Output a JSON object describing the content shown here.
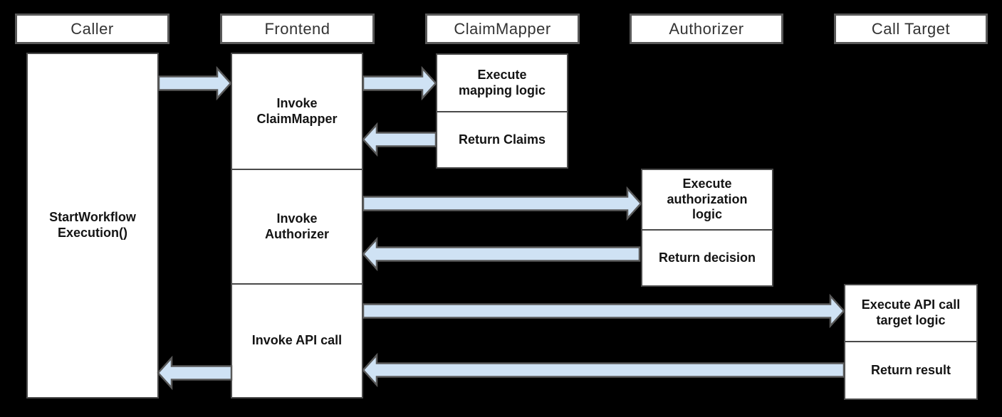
{
  "diagram": {
    "kind": "sequence-diagram",
    "description": "Workflow call authorization flow across Caller, Frontend, ClaimMapper, Authorizer and Call Target"
  },
  "colors": {
    "background": "#000000",
    "box_fill": "#ffffff",
    "box_border": "#4a4a4a",
    "header_border": "#595959",
    "arrow_fill": "#cfe2f4",
    "arrow_border": "#595959",
    "text": "#141414"
  },
  "lifelines": {
    "caller": {
      "header": "Caller",
      "activation": "StartWorkflow Execution()"
    },
    "frontend": {
      "header": "Frontend",
      "steps": [
        "Invoke ClaimMapper",
        "Invoke Authorizer",
        "Invoke API call"
      ]
    },
    "claim_mapper": {
      "header": "ClaimMapper",
      "execute": "Execute mapping logic",
      "return": "Return Claims"
    },
    "authorizer": {
      "header": "Authorizer",
      "execute": "Execute authorization logic",
      "return": "Return decision"
    },
    "call_target": {
      "header": "Call Target",
      "execute": "Execute API call target logic",
      "return": "Return result"
    }
  },
  "arrows": [
    {
      "from": "Caller",
      "to": "Frontend",
      "kind": "call"
    },
    {
      "from": "Frontend",
      "to": "ClaimMapper",
      "kind": "call"
    },
    {
      "from": "ClaimMapper",
      "to": "Frontend",
      "kind": "return"
    },
    {
      "from": "Frontend",
      "to": "Authorizer",
      "kind": "call"
    },
    {
      "from": "Authorizer",
      "to": "Frontend",
      "kind": "return"
    },
    {
      "from": "Frontend",
      "to": "Call Target",
      "kind": "call"
    },
    {
      "from": "Call Target",
      "to": "Frontend",
      "kind": "return"
    },
    {
      "from": "Frontend",
      "to": "Caller",
      "kind": "return"
    }
  ]
}
